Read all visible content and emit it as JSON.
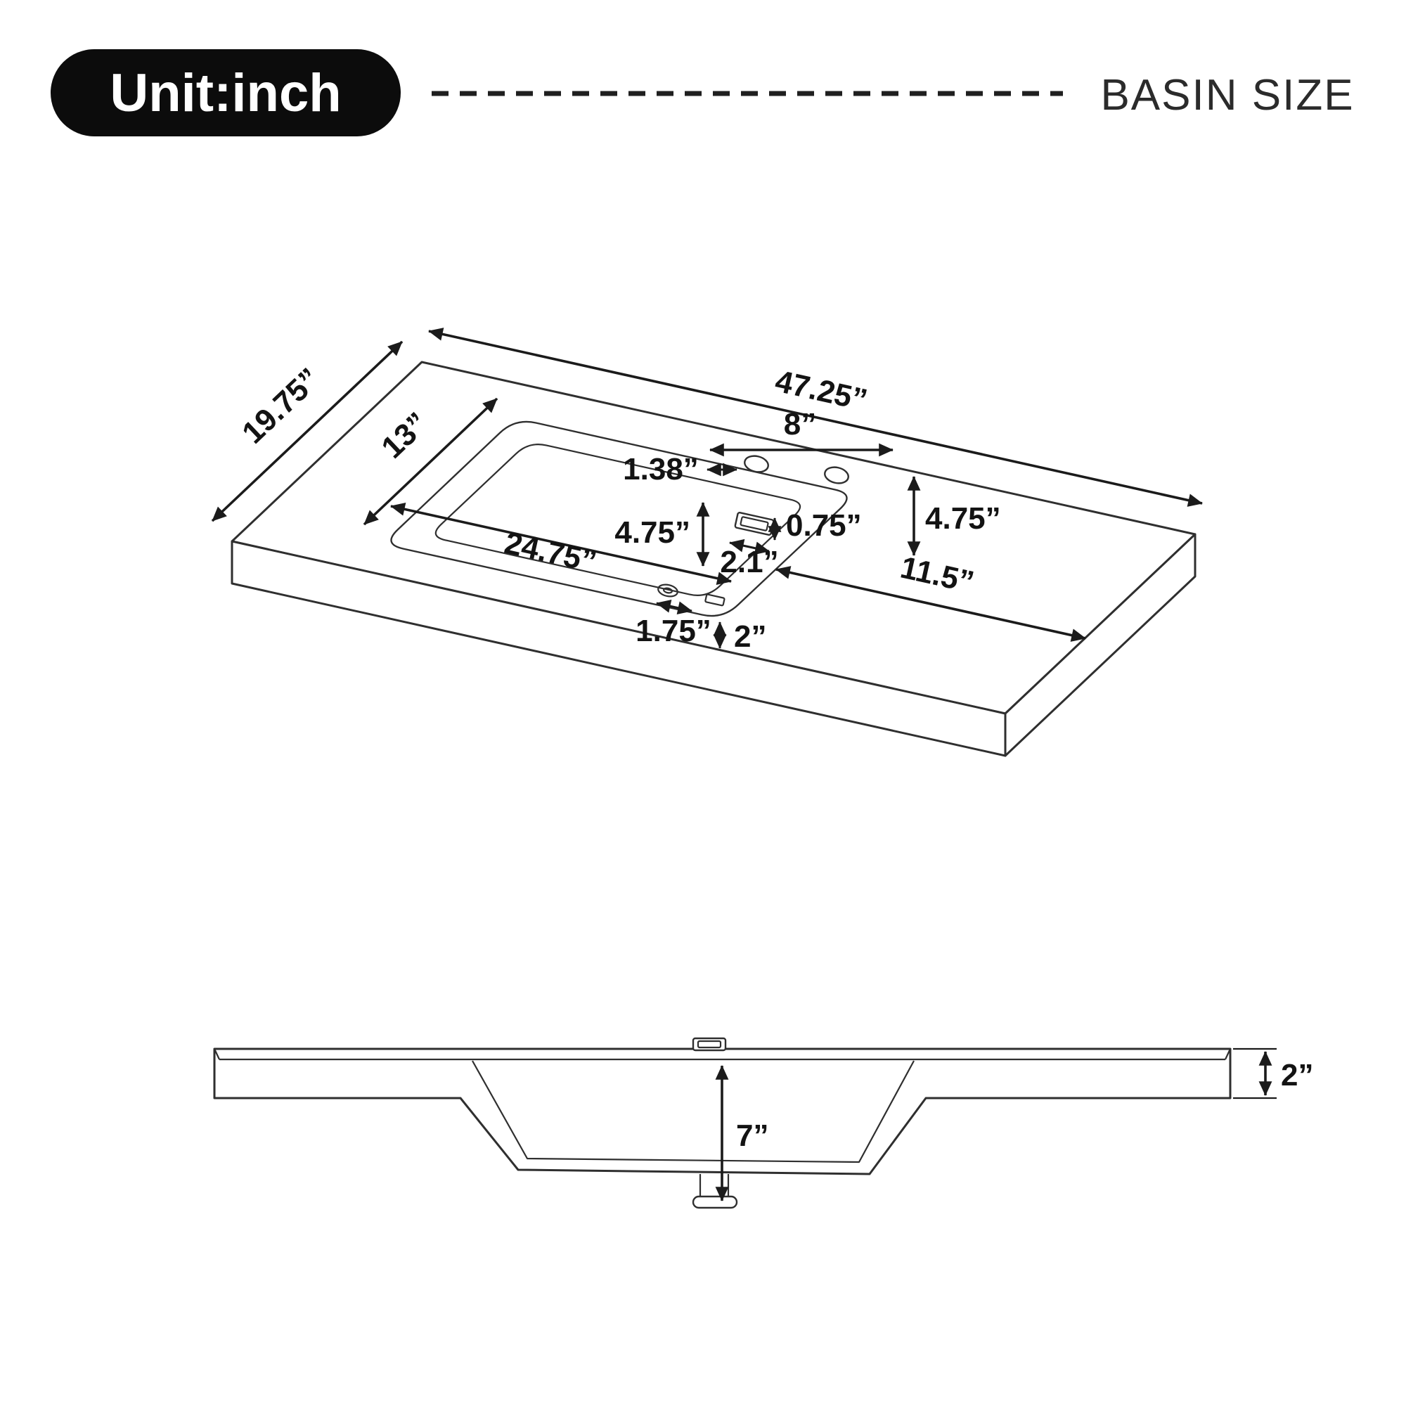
{
  "header": {
    "unit_badge": "Unit:inch",
    "title": "BASIN SIZE"
  },
  "colors": {
    "ink": "#1b1b1b",
    "outline": "#2f2f2f",
    "badge_bg": "#0c0c0c",
    "badge_text": "#ffffff",
    "background": "#ffffff"
  },
  "top_view": {
    "overall_width": "47.25”",
    "overall_depth": "19.75”",
    "bowl_depth": "13”",
    "faucet_hole_spacing": "8”",
    "faucet_hole_diameter": "1.38”",
    "backsplash_to_bowl": "4.75”",
    "overflow_height": "0.75”",
    "overflow_width": "2.1”",
    "right_back_clearance": "4.75”",
    "drain_width": "1.75”",
    "bowl_width": "24.75”",
    "right_deck_width": "11.5”",
    "bowl_to_front_edge": "2”"
  },
  "side_view": {
    "edge_thickness": "2”",
    "basin_depth": "7”"
  }
}
